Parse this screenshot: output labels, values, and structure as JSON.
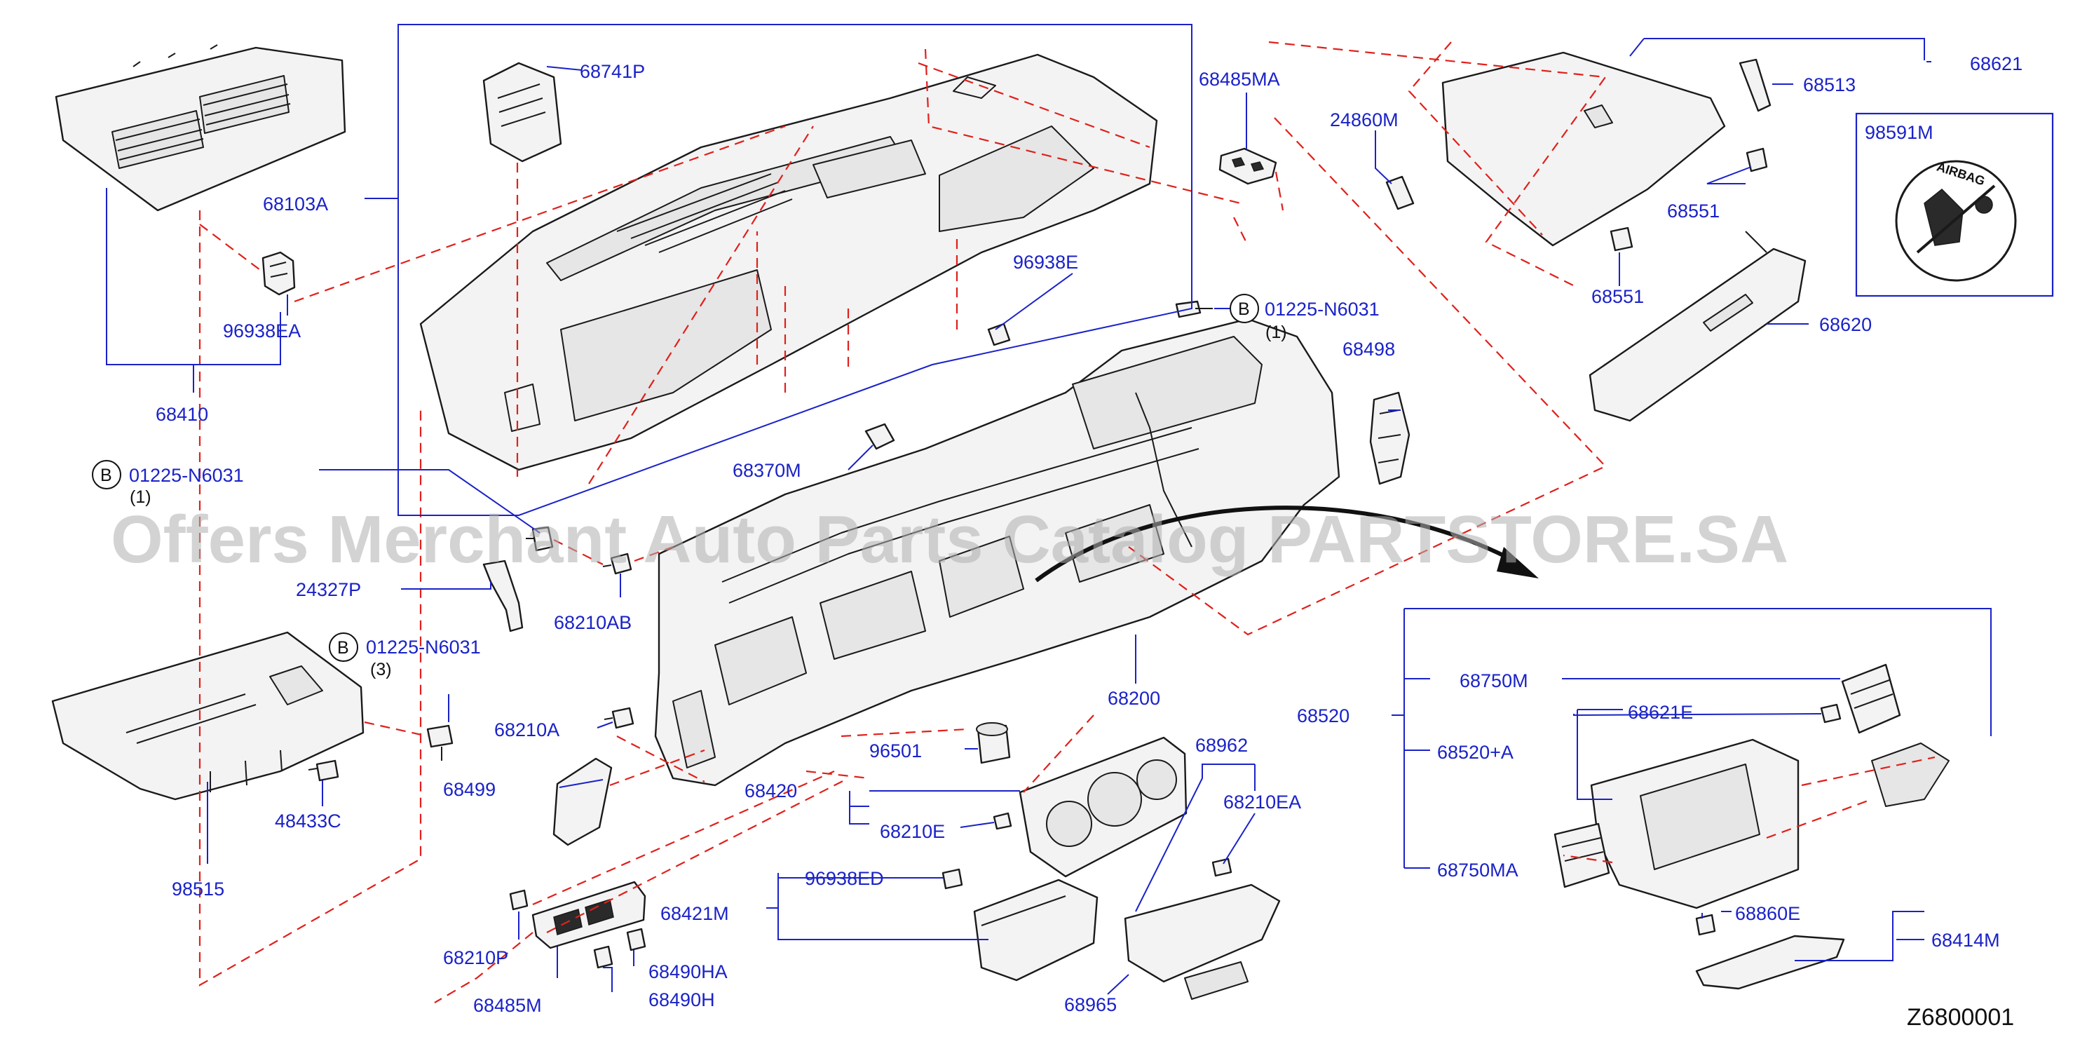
{
  "watermark": "Offers Merchant Auto Parts Catalog PARTSTORE.SA",
  "diagram_code": "Z6800001",
  "labels": {
    "p68741P": "68741P",
    "p68485MA": "68485MA",
    "p68103A": "68103A",
    "p96938E": "96938E",
    "p96938EA": "96938EA",
    "p68410": "68410",
    "p01225_1": "01225-N6031",
    "p01225_1_qty": "(1)",
    "p01225_2": "01225-N6031",
    "p01225_2_qty": "(1)",
    "p01225_3": "01225-N6031",
    "p01225_3_qty": "(3)",
    "circle_b": "B",
    "p68370M": "68370M",
    "p68498": "68498",
    "p24327P": "24327P",
    "p68210AB": "68210AB",
    "p68210A": "68210A",
    "p68499": "68499",
    "p48433C": "48433C",
    "p98515": "98515",
    "p68200": "68200",
    "p96501": "96501",
    "p68962": "68962",
    "p68420": "68420",
    "p68210E": "68210E",
    "p68210EA": "68210EA",
    "p96938ED": "96938ED",
    "p68421M": "68421M",
    "p68210P": "68210P",
    "p68485M": "68485M",
    "p68490HA": "68490HA",
    "p68490H": "68490H",
    "p68965": "68965",
    "p68621": "68621",
    "p68513": "68513",
    "p24860M": "24860M",
    "p68551a": "68551",
    "p68551b": "68551",
    "p68620": "68620",
    "p98591M": "98591M",
    "airbag_text": "AIRBAG",
    "p68520": "68520",
    "p68750M": "68750M",
    "p68621E": "68621E",
    "p68520A": "68520+A",
    "p68750MA": "68750MA",
    "p68860E": "68860E",
    "p68414M": "68414M"
  }
}
